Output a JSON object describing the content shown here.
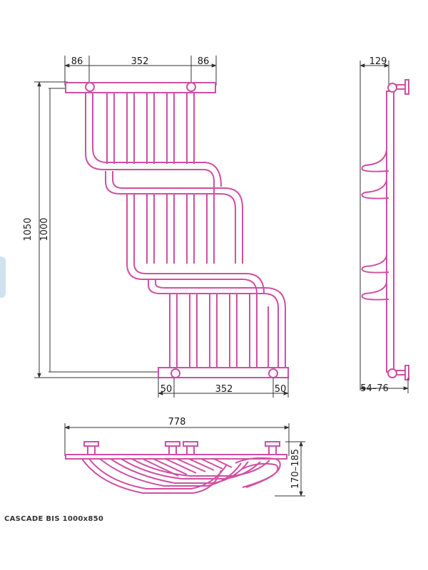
{
  "product": {
    "caption": "CASCADE BIS 1000x850"
  },
  "colors": {
    "pipe": "#d04fa2",
    "pipe_fill": "#ffffff",
    "dimension": "#333333",
    "side_tab": "#cfe3ee"
  },
  "front_view": {
    "top_dims": [
      "86",
      "352",
      "86"
    ],
    "bottom_dims": [
      "50",
      "352",
      "50"
    ],
    "height_outer": "1050",
    "height_inner": "1000"
  },
  "side_view": {
    "depth_top": "129",
    "offset_bottom": "54–76"
  },
  "top_view": {
    "width": "778",
    "height_range": "170–185"
  }
}
